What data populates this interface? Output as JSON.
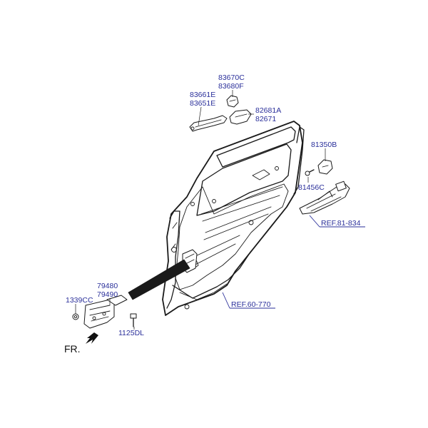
{
  "labels": {
    "handle_cover_a": "83670C",
    "handle_cover_b": "83680F",
    "handle_a": "83661E",
    "handle_b": "83651E",
    "handle_bracket_a": "82681A",
    "handle_bracket_b": "82671",
    "latch_striker": "81350B",
    "latch_bolt": "81456C",
    "checker_a": "79480",
    "checker_b": "79490",
    "nut": "1339CC",
    "bolt": "1125DL"
  },
  "refs": {
    "latch_ref": "REF.81-834",
    "door_ref": "REF.60-770"
  },
  "direction": {
    "front_label": "FR."
  }
}
